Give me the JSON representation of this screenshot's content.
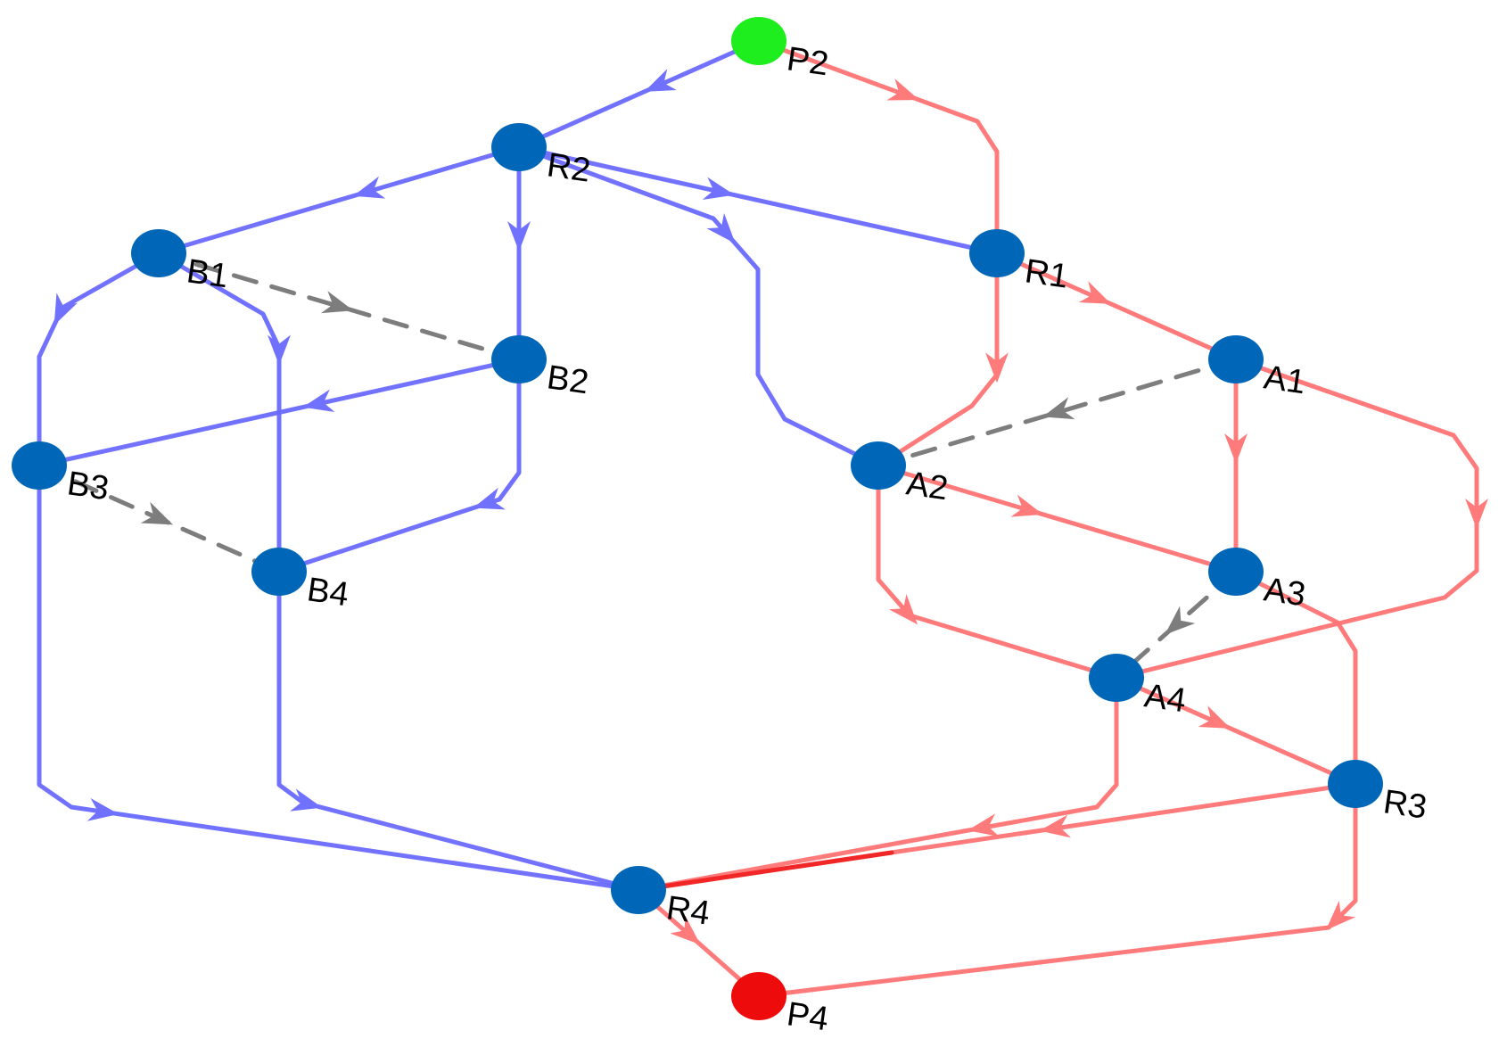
{
  "colors": {
    "blue_edge": "#6a6aff",
    "red_edge": "#ff7373",
    "red_edge_strong": "#ee1111",
    "dashed_edge": "#777777",
    "node": "#0067b8",
    "start_node": "#1eee1e",
    "end_node": "#ee0b0b",
    "label": "#000000"
  },
  "nodes": [
    {
      "id": "P2",
      "label": "P2",
      "role": "start"
    },
    {
      "id": "R2",
      "label": "R2",
      "role": "normal"
    },
    {
      "id": "R1",
      "label": "R1",
      "role": "normal"
    },
    {
      "id": "B1",
      "label": "B1",
      "role": "normal"
    },
    {
      "id": "B2",
      "label": "B2",
      "role": "normal"
    },
    {
      "id": "B3",
      "label": "B3",
      "role": "normal"
    },
    {
      "id": "B4",
      "label": "B4",
      "role": "normal"
    },
    {
      "id": "A1",
      "label": "A1",
      "role": "normal"
    },
    {
      "id": "A2",
      "label": "A2",
      "role": "normal"
    },
    {
      "id": "A3",
      "label": "A3",
      "role": "normal"
    },
    {
      "id": "A4",
      "label": "A4",
      "role": "normal"
    },
    {
      "id": "R3",
      "label": "R3",
      "role": "normal"
    },
    {
      "id": "R4",
      "label": "R4",
      "role": "normal"
    },
    {
      "id": "P4",
      "label": "P4",
      "role": "end"
    }
  ],
  "edges": [
    {
      "from": "P2",
      "to": "R2",
      "style": "blue"
    },
    {
      "from": "P2",
      "to": "R1",
      "style": "red"
    },
    {
      "from": "R2",
      "to": "B1",
      "style": "blue"
    },
    {
      "from": "R2",
      "to": "B2",
      "style": "blue"
    },
    {
      "from": "R2",
      "to": "R1",
      "style": "blue"
    },
    {
      "from": "R2",
      "to": "A2",
      "style": "blue"
    },
    {
      "from": "B1",
      "to": "B2",
      "style": "dashed"
    },
    {
      "from": "B1",
      "to": "B3",
      "style": "blue"
    },
    {
      "from": "B1",
      "to": "B4",
      "style": "blue"
    },
    {
      "from": "B2",
      "to": "B3",
      "style": "blue"
    },
    {
      "from": "B2",
      "to": "B4",
      "style": "blue"
    },
    {
      "from": "B3",
      "to": "B4",
      "style": "dashed"
    },
    {
      "from": "B3",
      "to": "R4",
      "style": "blue"
    },
    {
      "from": "B4",
      "to": "R4",
      "style": "blue"
    },
    {
      "from": "R1",
      "to": "A1",
      "style": "red"
    },
    {
      "from": "R1",
      "to": "A2",
      "style": "red"
    },
    {
      "from": "A1",
      "to": "A2",
      "style": "dashed"
    },
    {
      "from": "A1",
      "to": "A3",
      "style": "red"
    },
    {
      "from": "A1",
      "to": "A4",
      "style": "red"
    },
    {
      "from": "A2",
      "to": "A3",
      "style": "red"
    },
    {
      "from": "A2",
      "to": "A4",
      "style": "red"
    },
    {
      "from": "A3",
      "to": "A4",
      "style": "dashed"
    },
    {
      "from": "A3",
      "to": "P4",
      "style": "red"
    },
    {
      "from": "A4",
      "to": "R3",
      "style": "red"
    },
    {
      "from": "A4",
      "to": "R4",
      "style": "red"
    },
    {
      "from": "R3",
      "to": "R4",
      "style": "red"
    },
    {
      "from": "R4",
      "to": "P4",
      "style": "red"
    }
  ]
}
